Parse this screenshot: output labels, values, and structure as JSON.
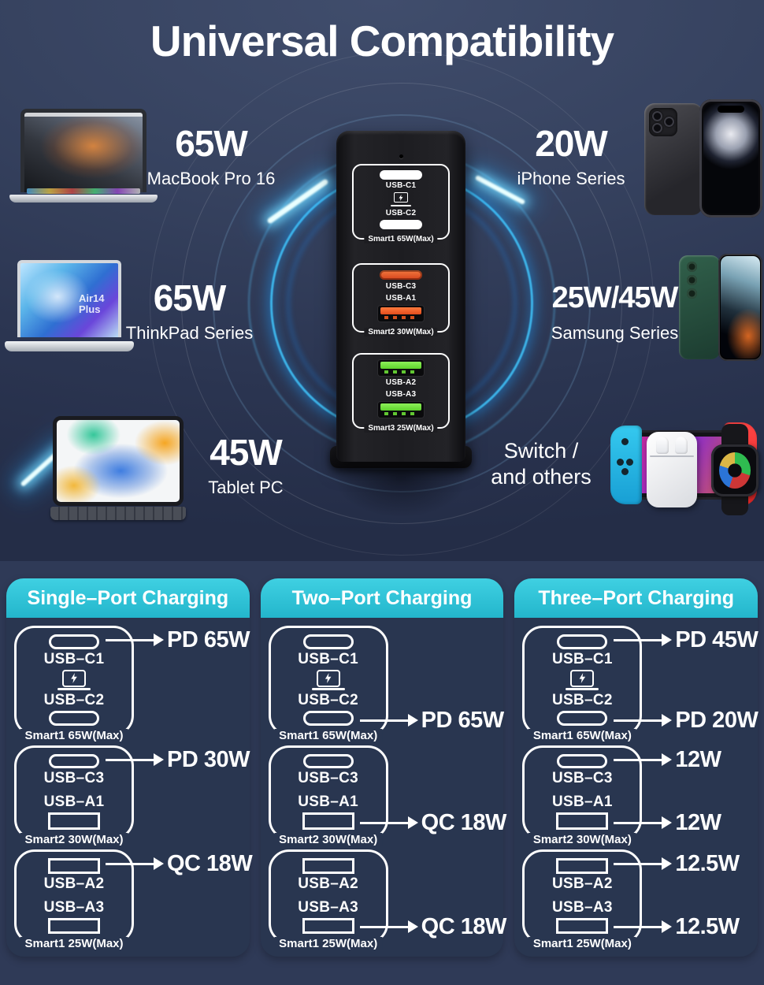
{
  "title": "Universal Compatibility",
  "colors": {
    "background": "#2f3a57",
    "panel_background": "#293650",
    "header_cyan": "#2bc2d6",
    "glow_cyan": "#3ec6ff",
    "port_orange": "#e8581f",
    "port_green": "#76e23e",
    "text": "#ffffff"
  },
  "devices": {
    "macbook": {
      "watt": "65W",
      "name": "MacBook Pro 16"
    },
    "iphone": {
      "watt": "20W",
      "name": "iPhone Series"
    },
    "thinkpad": {
      "watt": "65W",
      "name": "ThinkPad Series",
      "screen_text": "Air14 Plus"
    },
    "samsung": {
      "watt": "25W/45W",
      "name": "Samsung Series"
    },
    "tablet": {
      "watt": "45W",
      "name": "Tablet PC"
    },
    "others": {
      "line1": "Switch /",
      "line2": "and others"
    }
  },
  "charger": {
    "sections": [
      {
        "top_label": "USB-C1",
        "bottom_label": "USB-C2",
        "smart": "Smart1 65W(Max)"
      },
      {
        "top_label": "USB-C3",
        "bottom_label": "USB-A1",
        "smart": "Smart2 30W(Max)"
      },
      {
        "top_label": "USB-A2",
        "bottom_label": "USB-A3",
        "smart": "Smart3 25W(Max)"
      }
    ]
  },
  "panels": [
    {
      "title": "Single–Port Charging",
      "groups": [
        {
          "top": {
            "label": "USB–C1",
            "out": "PD 65W"
          },
          "bottom": {
            "label": "USB–C2",
            "out": null
          },
          "smart": "Smart1 65W(Max)"
        },
        {
          "top": {
            "label": "USB–C3",
            "out": "PD 30W"
          },
          "bottom": {
            "label": "USB–A1",
            "out": null
          },
          "smart": "Smart2 30W(Max)"
        },
        {
          "top": {
            "label": "USB–A2",
            "out": "QC 18W"
          },
          "bottom": {
            "label": "USB–A3",
            "out": null
          },
          "smart": "Smart1 25W(Max)"
        }
      ]
    },
    {
      "title": "Two–Port Charging",
      "groups": [
        {
          "top": {
            "label": "USB–C1",
            "out": null
          },
          "bottom": {
            "label": "USB–C2",
            "out": "PD 65W"
          },
          "smart": "Smart1 65W(Max)"
        },
        {
          "top": {
            "label": "USB–C3",
            "out": null
          },
          "bottom": {
            "label": "USB–A1",
            "out": "QC 18W"
          },
          "smart": "Smart2 30W(Max)"
        },
        {
          "top": {
            "label": "USB–A2",
            "out": null
          },
          "bottom": {
            "label": "USB–A3",
            "out": "QC 18W"
          },
          "smart": "Smart1 25W(Max)"
        }
      ]
    },
    {
      "title": "Three–Port Charging",
      "groups": [
        {
          "top": {
            "label": "USB–C1",
            "out": "PD 45W"
          },
          "bottom": {
            "label": "USB–C2",
            "out": "PD 20W"
          },
          "smart": "Smart1 65W(Max)"
        },
        {
          "top": {
            "label": "USB–C3",
            "out": "12W"
          },
          "bottom": {
            "label": "USB–A1",
            "out": "12W"
          },
          "smart": "Smart2 30W(Max)"
        },
        {
          "top": {
            "label": "USB–A2",
            "out": "12.5W"
          },
          "bottom": {
            "label": "USB–A3",
            "out": "12.5W"
          },
          "smart": "Smart1 25W(Max)"
        }
      ]
    }
  ]
}
